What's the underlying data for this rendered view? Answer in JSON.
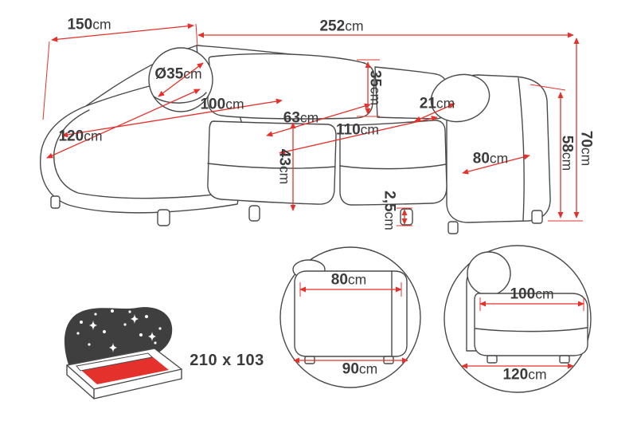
{
  "diagram": {
    "main": {
      "dim_150": {
        "value": "150",
        "unit": "cm"
      },
      "dim_252": {
        "value": "252",
        "unit": "cm"
      },
      "dim_d35": {
        "value": "Ø35",
        "unit": "cm"
      },
      "dim_35": {
        "value": "35",
        "unit": "cm"
      },
      "dim_100": {
        "value": "100",
        "unit": "cm"
      },
      "dim_120": {
        "value": "120",
        "unit": "cm"
      },
      "dim_63": {
        "value": "63",
        "unit": "cm"
      },
      "dim_21": {
        "value": "21",
        "unit": "cm"
      },
      "dim_110": {
        "value": "110",
        "unit": "cm"
      },
      "dim_80": {
        "value": "80",
        "unit": "cm"
      },
      "dim_58": {
        "value": "58",
        "unit": "cm"
      },
      "dim_70": {
        "value": "70",
        "unit": "cm"
      },
      "dim_43": {
        "value": "43",
        "unit": "cm"
      },
      "dim_2_5": {
        "value": "2,5",
        "unit": "cm"
      }
    },
    "sleeping_function": {
      "label": "210 x 103"
    },
    "detail_side": {
      "dim_top": {
        "value": "80",
        "unit": "cm"
      },
      "dim_bottom": {
        "value": "90",
        "unit": "cm"
      }
    },
    "detail_front": {
      "dim_top": {
        "value": "100",
        "unit": "cm"
      },
      "dim_bottom": {
        "value": "120",
        "unit": "cm"
      }
    },
    "colors": {
      "outline": "#4a4a4a",
      "dimension": "#e5312b",
      "text": "#3b3b3b",
      "icon_dark": "#3f3f3f"
    }
  }
}
